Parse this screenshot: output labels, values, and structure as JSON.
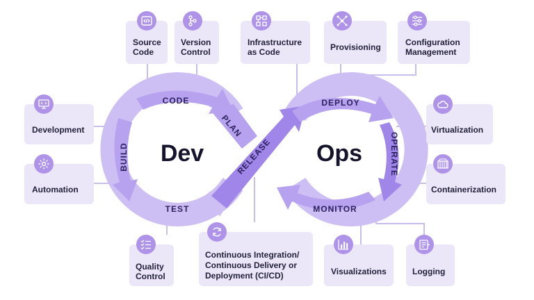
{
  "center": {
    "left_word": "Dev",
    "right_word": "Ops"
  },
  "phases": {
    "code": "CODE",
    "plan": "PLAN",
    "build": "BUILD",
    "test": "TEST",
    "release": "RELEASE",
    "deploy": "DEPLOY",
    "operate": "OPERATE",
    "monitor": "MONITOR"
  },
  "cards": {
    "source_code": {
      "line1": "Source",
      "line2": "Code",
      "icon": "code-icon"
    },
    "version_control": {
      "line1": "Version",
      "line2": "Control",
      "icon": "branch-icon"
    },
    "infrastructure": {
      "line1": "Infrastructure",
      "line2": "as Code",
      "icon": "blocks-icon"
    },
    "provisioning": {
      "line1": "Provisioning",
      "icon": "network-icon"
    },
    "configuration": {
      "line1": "Configuration",
      "line2": "Management",
      "icon": "sliders-icon"
    },
    "development": {
      "line1": "Development",
      "icon": "monitor-code-icon"
    },
    "automation": {
      "line1": "Automation",
      "icon": "gear-icon"
    },
    "virtualization": {
      "line1": "Virtualization",
      "icon": "cloud-icon"
    },
    "containerization": {
      "line1": "Containerization",
      "icon": "container-icon"
    },
    "quality_control": {
      "line1": "Quality",
      "line2": "Control",
      "icon": "checklist-icon"
    },
    "cicd": {
      "line1": "Continuous Integration/",
      "line2": "Continuous Delivery or",
      "line3": "Deployment (CI/CD)",
      "icon": "cycle-icon"
    },
    "visualizations": {
      "line1": "Visualizations",
      "icon": "bar-chart-icon"
    },
    "logging": {
      "line1": "Logging",
      "icon": "log-icon"
    }
  },
  "colors": {
    "card_bg": "#ece7f8",
    "badge": "#ae93e9",
    "light_arrow": "#cdbff4",
    "mid_arrow": "#b7a2f0",
    "dark_arrow": "#9f86e8",
    "connector": "#c8bdec",
    "text": "#22203a"
  }
}
